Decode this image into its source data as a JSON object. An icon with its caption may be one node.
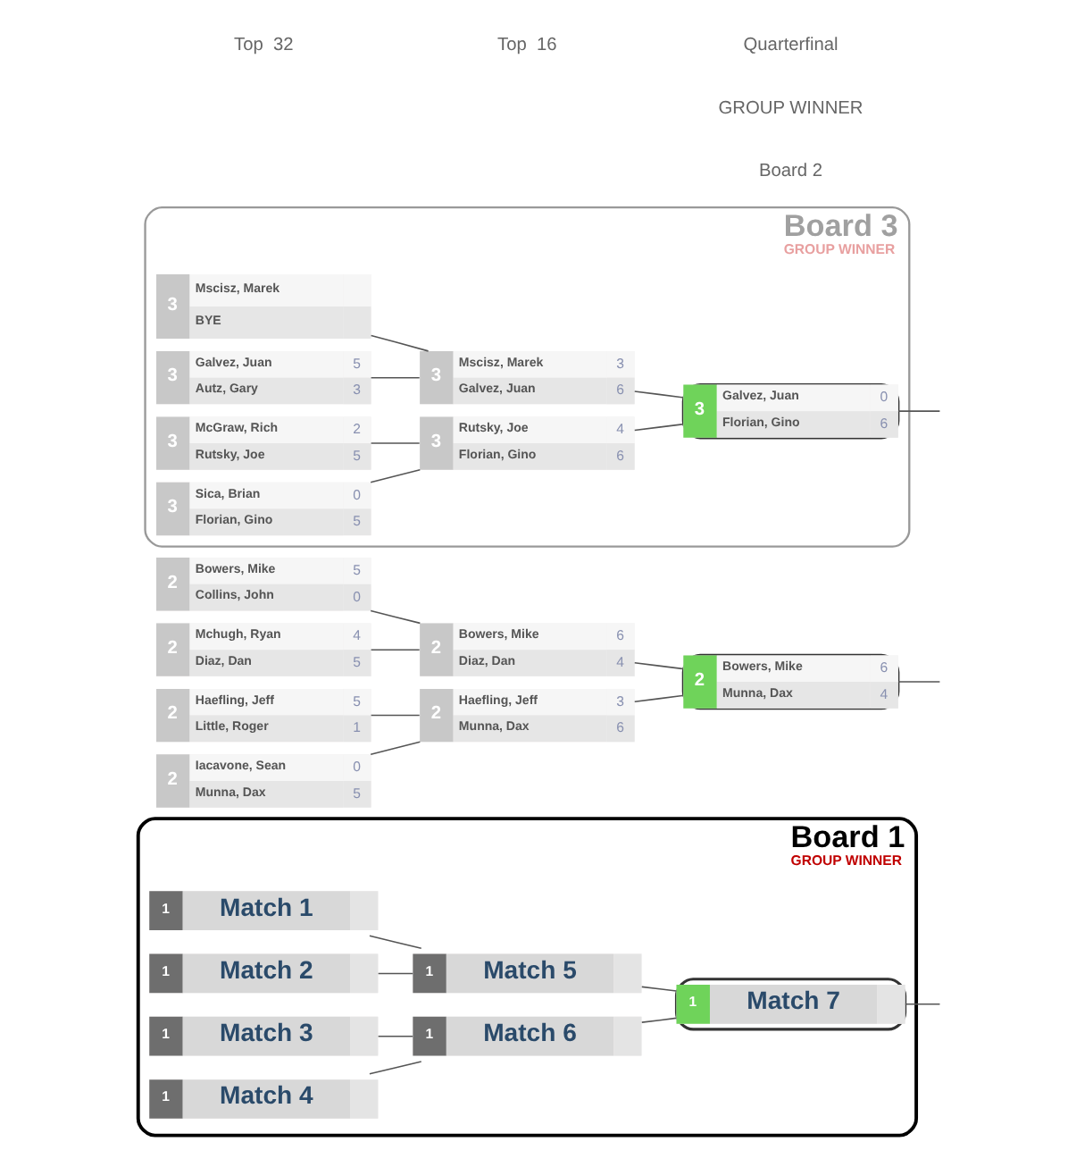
{
  "diagram": {
    "nodes": [
      {
        "text": [
          "Board 1",
          "GROUP WINNER"
        ]
      },
      {
        "text": [
          "1",
          "Match 1"
        ],
        "in": 0
      },
      {
        "text": [
          "1",
          "Match 2"
        ],
        "in": 0
      },
      {
        "text": [
          "1",
          "Match 3"
        ],
        "in": 0
      },
      {
        "text": [
          "1",
          "Match 4"
        ],
        "in": 0
      },
      {
        "text": [
          "1",
          "Match 5"
        ],
        "in": 0
      },
      {
        "text": [
          "1",
          "Match 6"
        ],
        "in": 0
      },
      {
        "text": [
          "1",
          "Match 7"
        ],
        "in": 0
      },
      {
        "text": [
          "2",
          "Bowers, Mike",
          "5",
          "Collins, John",
          "0"
        ]
      },
      {
        "text": [
          "2",
          "Mchugh, Ryan",
          "4",
          "Diaz, Dan",
          "5"
        ]
      },
      {
        "text": [
          "2",
          "Haefling, Jeff",
          "5",
          "Little, Roger",
          "1"
        ]
      },
      {
        "text": [
          "2",
          "Iacavone, Sean",
          "0",
          "Munna, Dax",
          "5"
        ]
      },
      {
        "text": [
          "2",
          "Bowers, Mike",
          "6",
          "Diaz, Dan",
          "4"
        ]
      },
      {
        "text": [
          "2",
          "Haefling, Jeff",
          "3",
          "Munna, Dax",
          "6"
        ]
      },
      {
        "text": [
          "2",
          "Bowers, Mike",
          "6",
          "Munna, Dax",
          "4"
        ]
      },
      {
        "text": [
          "Board 3",
          "GROUP WINNER"
        ]
      },
      {
        "text": [
          "3",
          "Mscisz, Marek",
          "BYE"
        ],
        "in": 15
      },
      {
        "text": [
          "3",
          "Galvez, Juan",
          "5",
          "Autz, Gary",
          "3"
        ],
        "in": 15
      },
      {
        "text": [
          "3",
          "McGraw, Rich",
          "2",
          "Rutsky, Joe",
          "5"
        ],
        "in": 15
      },
      {
        "text": [
          "3",
          "Sica, Brian",
          "0",
          "Florian, Gino",
          "5"
        ],
        "in": 15
      },
      {
        "text": [
          "3",
          "Mscisz, Marek",
          "3",
          "Galvez, Juan",
          "6"
        ],
        "in": 15
      },
      {
        "text": [
          "3",
          "Rutsky, Joe",
          "4",
          "Florian, Gino",
          "6"
        ],
        "in": 15
      },
      {
        "text": [
          "3",
          "Galvez, Juan",
          "0",
          "Florian, Gino",
          "6"
        ],
        "in": 15
      }
    ],
    "edges": [
      {
        "from": 1,
        "to": 5,
        "arrow": "none"
      },
      {
        "from": 2,
        "to": 5,
        "arrow": "none"
      },
      {
        "from": 3,
        "to": 6,
        "arrow": "none"
      },
      {
        "from": 4,
        "to": 6,
        "arrow": "none"
      },
      {
        "from": 5,
        "to": 7,
        "arrow": "none"
      },
      {
        "from": 6,
        "to": 7,
        "arrow": "none"
      },
      {
        "from": 7,
        "to": null,
        "arrow": "none"
      },
      {
        "from": 8,
        "to": 12,
        "arrow": "none"
      },
      {
        "from": 9,
        "to": 12,
        "arrow": "none"
      },
      {
        "from": 10,
        "to": 13,
        "arrow": "none"
      },
      {
        "from": 11,
        "to": 13,
        "arrow": "none"
      },
      {
        "from": 12,
        "to": 14,
        "arrow": "none"
      },
      {
        "from": 13,
        "to": 14,
        "arrow": "none"
      },
      {
        "from": 14,
        "to": null,
        "arrow": "none"
      },
      {
        "from": 16,
        "to": 20,
        "arrow": "none"
      },
      {
        "from": 17,
        "to": 20,
        "arrow": "none"
      },
      {
        "from": 18,
        "to": 21,
        "arrow": "none"
      },
      {
        "from": 19,
        "to": 21,
        "arrow": "none"
      },
      {
        "from": 20,
        "to": 22,
        "arrow": "none"
      },
      {
        "from": 21,
        "to": 22,
        "arrow": "none"
      },
      {
        "from": 22,
        "to": null,
        "arrow": "none"
      }
    ],
    "labels": [
      "Top  32",
      "Top  16",
      "Quarterfinal",
      "Board 2",
      "GROUP WINNER"
    ]
  }
}
